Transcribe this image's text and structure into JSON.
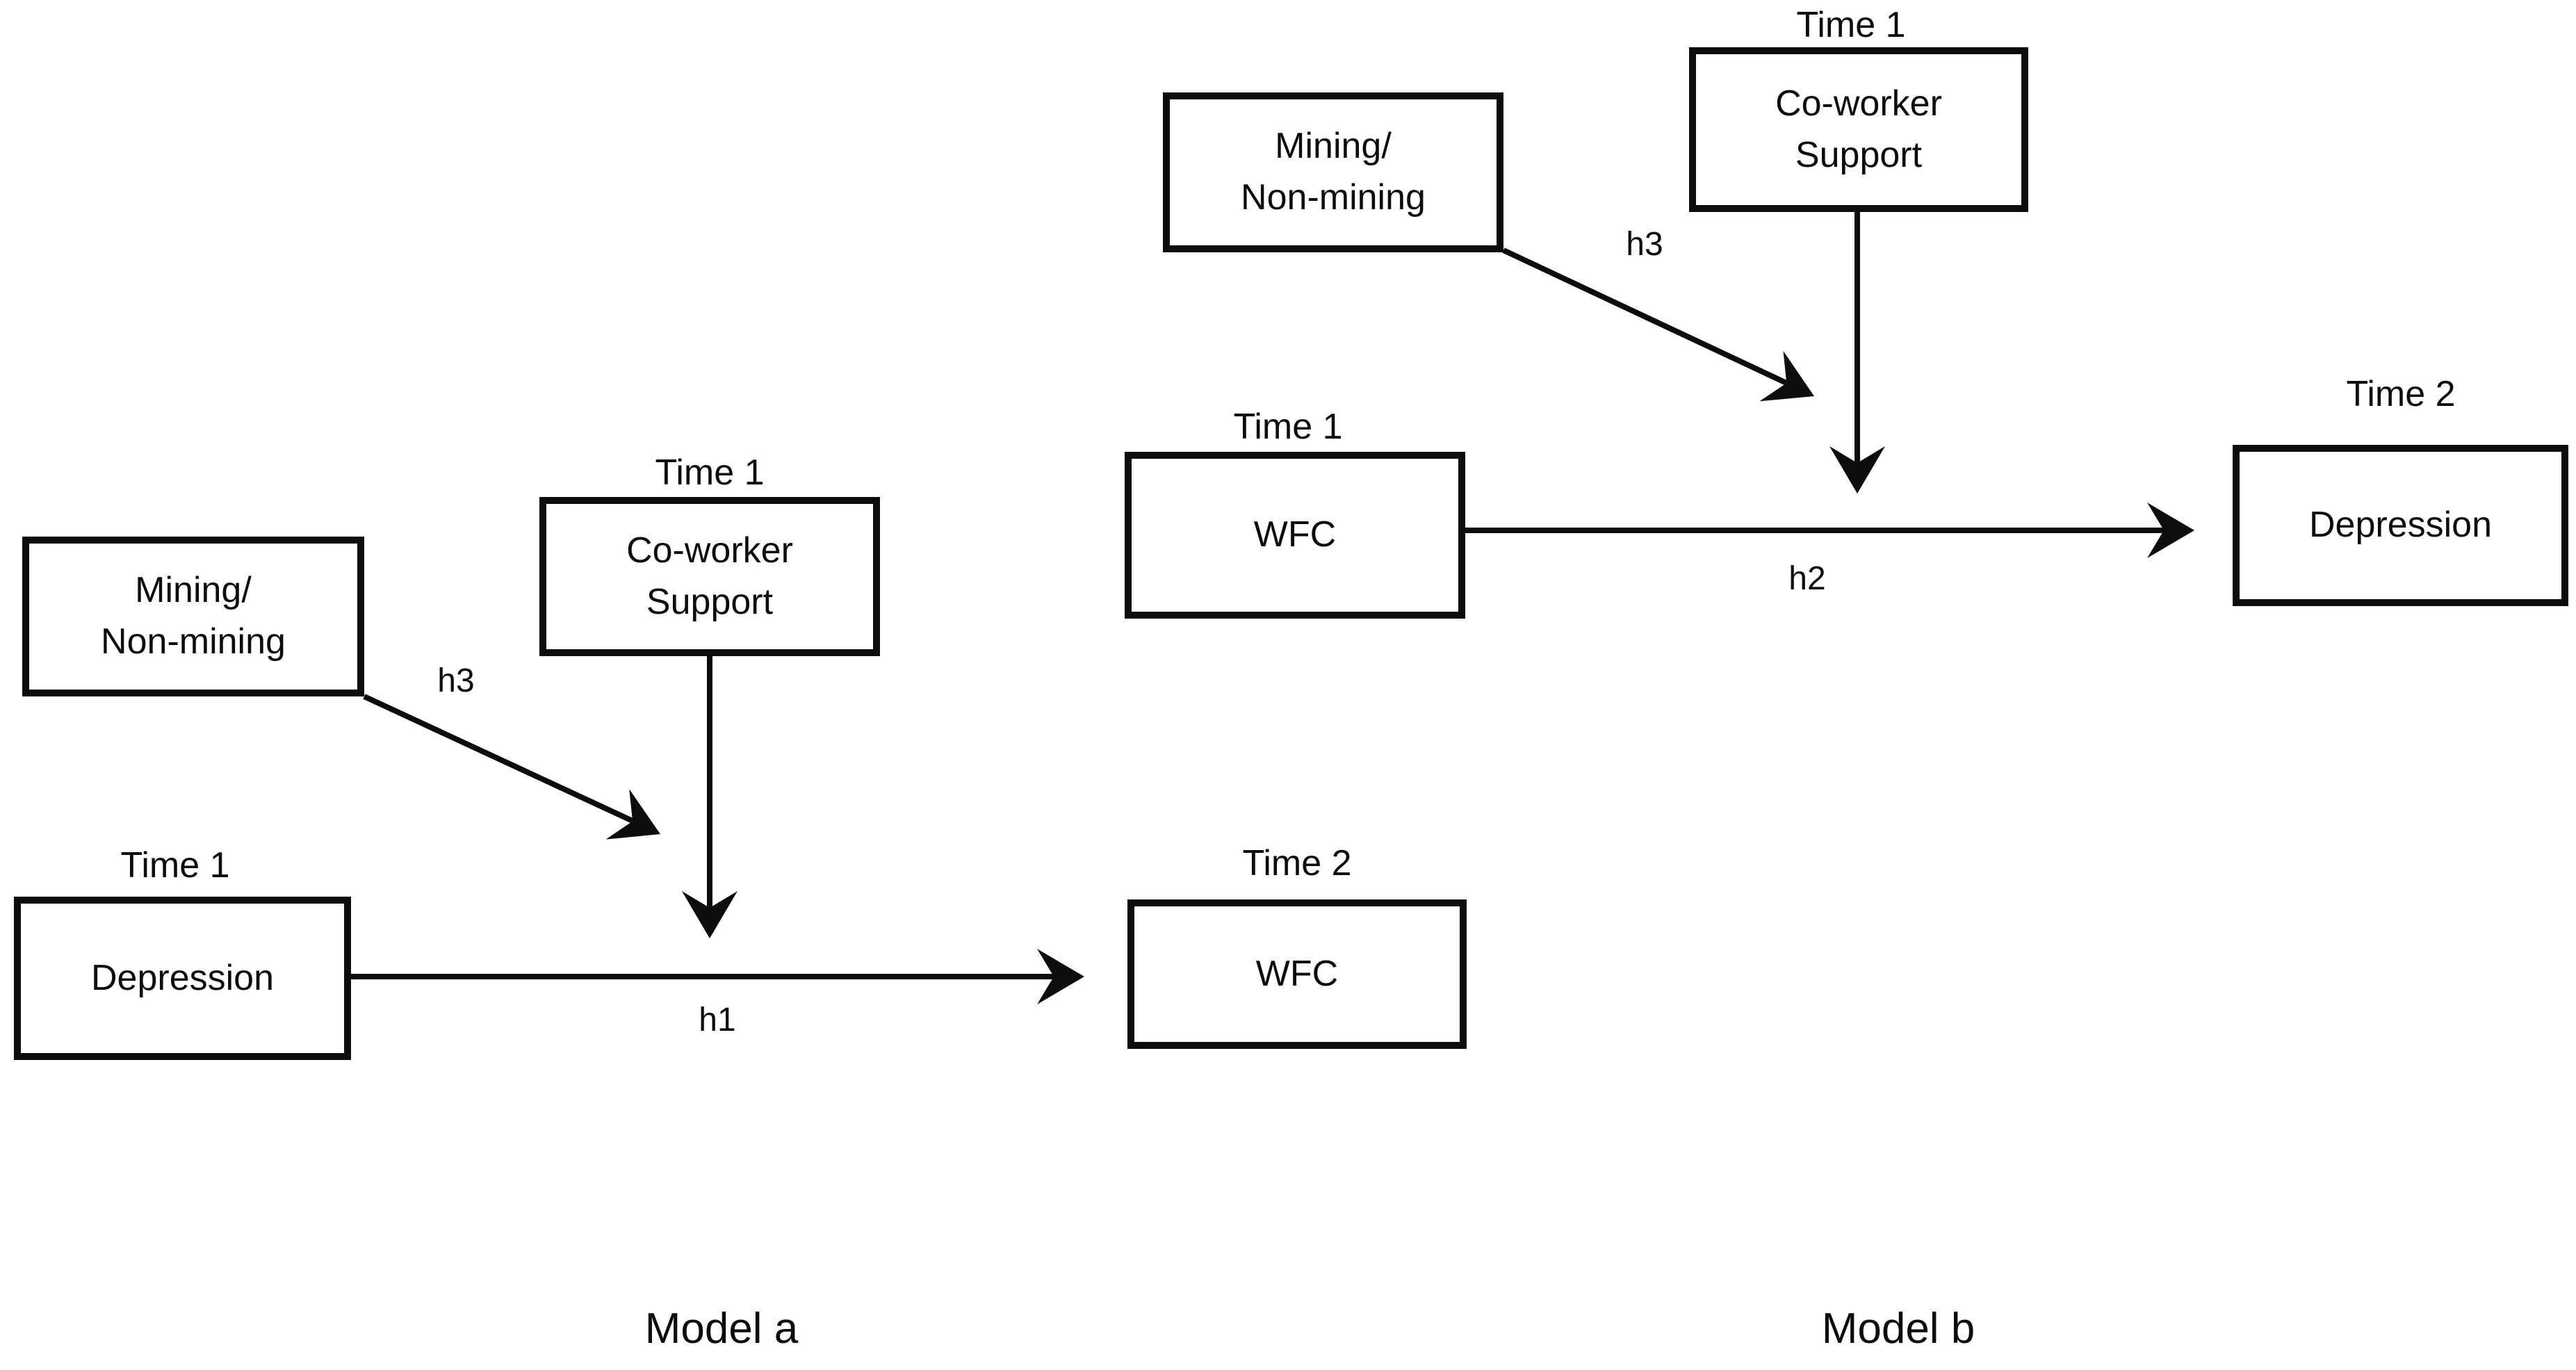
{
  "figure": {
    "background_color": "#ffffff",
    "line_color": "#0d0d0d"
  },
  "model_a": {
    "caption": "Model a",
    "nodes": {
      "mining": {
        "label": "Mining/\nNon-mining"
      },
      "coworker_support": {
        "time": "Time 1",
        "label": "Co-worker\nSupport"
      },
      "depression": {
        "time": "Time 1",
        "label": "Depression"
      },
      "wfc": {
        "time": "Time 2",
        "label": "WFC"
      }
    },
    "edges": {
      "h1": {
        "label": "h1",
        "from": "depression",
        "to": "wfc"
      },
      "h3": {
        "label": "h3",
        "from": "mining",
        "to": "h1-path"
      },
      "support_effect": {
        "from": "coworker_support",
        "to": "h1-path"
      }
    }
  },
  "model_b": {
    "caption": "Model b",
    "nodes": {
      "mining": {
        "label": "Mining/\nNon-mining"
      },
      "coworker_support": {
        "time": "Time 1",
        "label": "Co-worker\nSupport"
      },
      "wfc": {
        "time": "Time 1",
        "label": "WFC"
      },
      "depression": {
        "time": "Time 2",
        "label": "Depression"
      }
    },
    "edges": {
      "h2": {
        "label": "h2",
        "from": "wfc",
        "to": "depression"
      },
      "h3": {
        "label": "h3",
        "from": "mining",
        "to": "h2-path"
      },
      "support_effect": {
        "from": "coworker_support",
        "to": "h2-path"
      }
    }
  }
}
